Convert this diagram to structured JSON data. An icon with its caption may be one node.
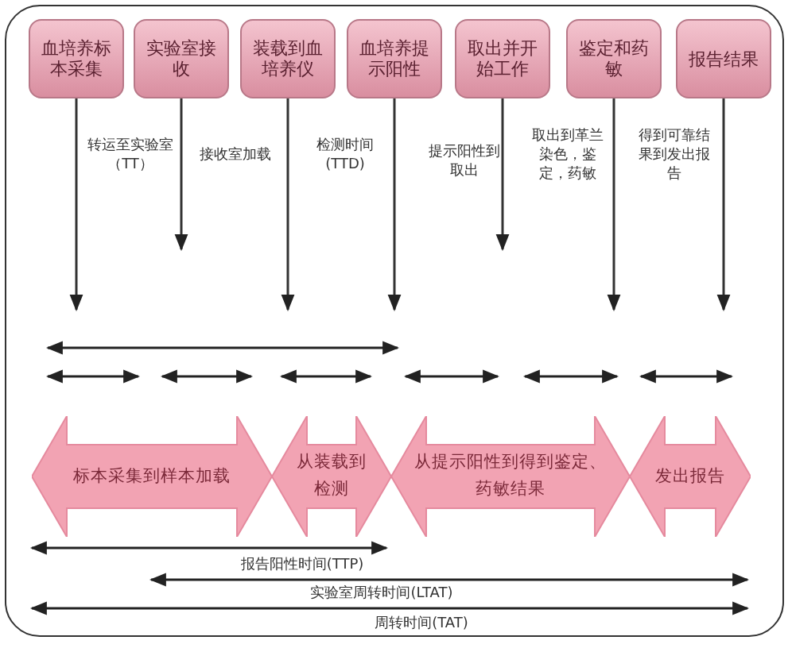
{
  "diagram": {
    "nodes": [
      {
        "text": [
          "血培养标本采集"
        ]
      },
      {
        "text": [
          "实验室接收"
        ]
      },
      {
        "text": [
          "装载到血培养仪"
        ]
      },
      {
        "text": [
          "血培养提示阳性"
        ]
      },
      {
        "text": [
          "取出并开始工作"
        ]
      },
      {
        "text": [
          "鉴定和药敏"
        ]
      },
      {
        "text": [
          "报告结果"
        ]
      },
      {
        "text": [
          "标本采集到样本加载"
        ]
      },
      {
        "text": [
          "从装载到检测"
        ]
      },
      {
        "text": [
          "从提示阳性到得到鉴定、药敏结果"
        ]
      },
      {
        "text": [
          "发出报告"
        ]
      }
    ],
    "edges": [
      {
        "from": 0,
        "to": null,
        "arrow": "to"
      },
      {
        "from": 1,
        "to": null,
        "arrow": "to"
      },
      {
        "from": 2,
        "to": null,
        "arrow": "to"
      },
      {
        "from": 3,
        "to": null,
        "arrow": "to"
      },
      {
        "from": 4,
        "to": null,
        "arrow": "to"
      },
      {
        "from": 5,
        "to": null,
        "arrow": "to"
      },
      {
        "from": 6,
        "to": null,
        "arrow": "to"
      }
    ],
    "labels": [
      "转运至实验室（TT）",
      "接收室加载",
      "检测时间 (TTD)",
      "提示阳性到取出",
      "取出到革兰染色，鉴定，药敏",
      "得到可靠结果到发出报告",
      "报告阳性时间(TTP)",
      "实验室周转时间(LTAT)",
      "周转时间(TAT)"
    ]
  }
}
